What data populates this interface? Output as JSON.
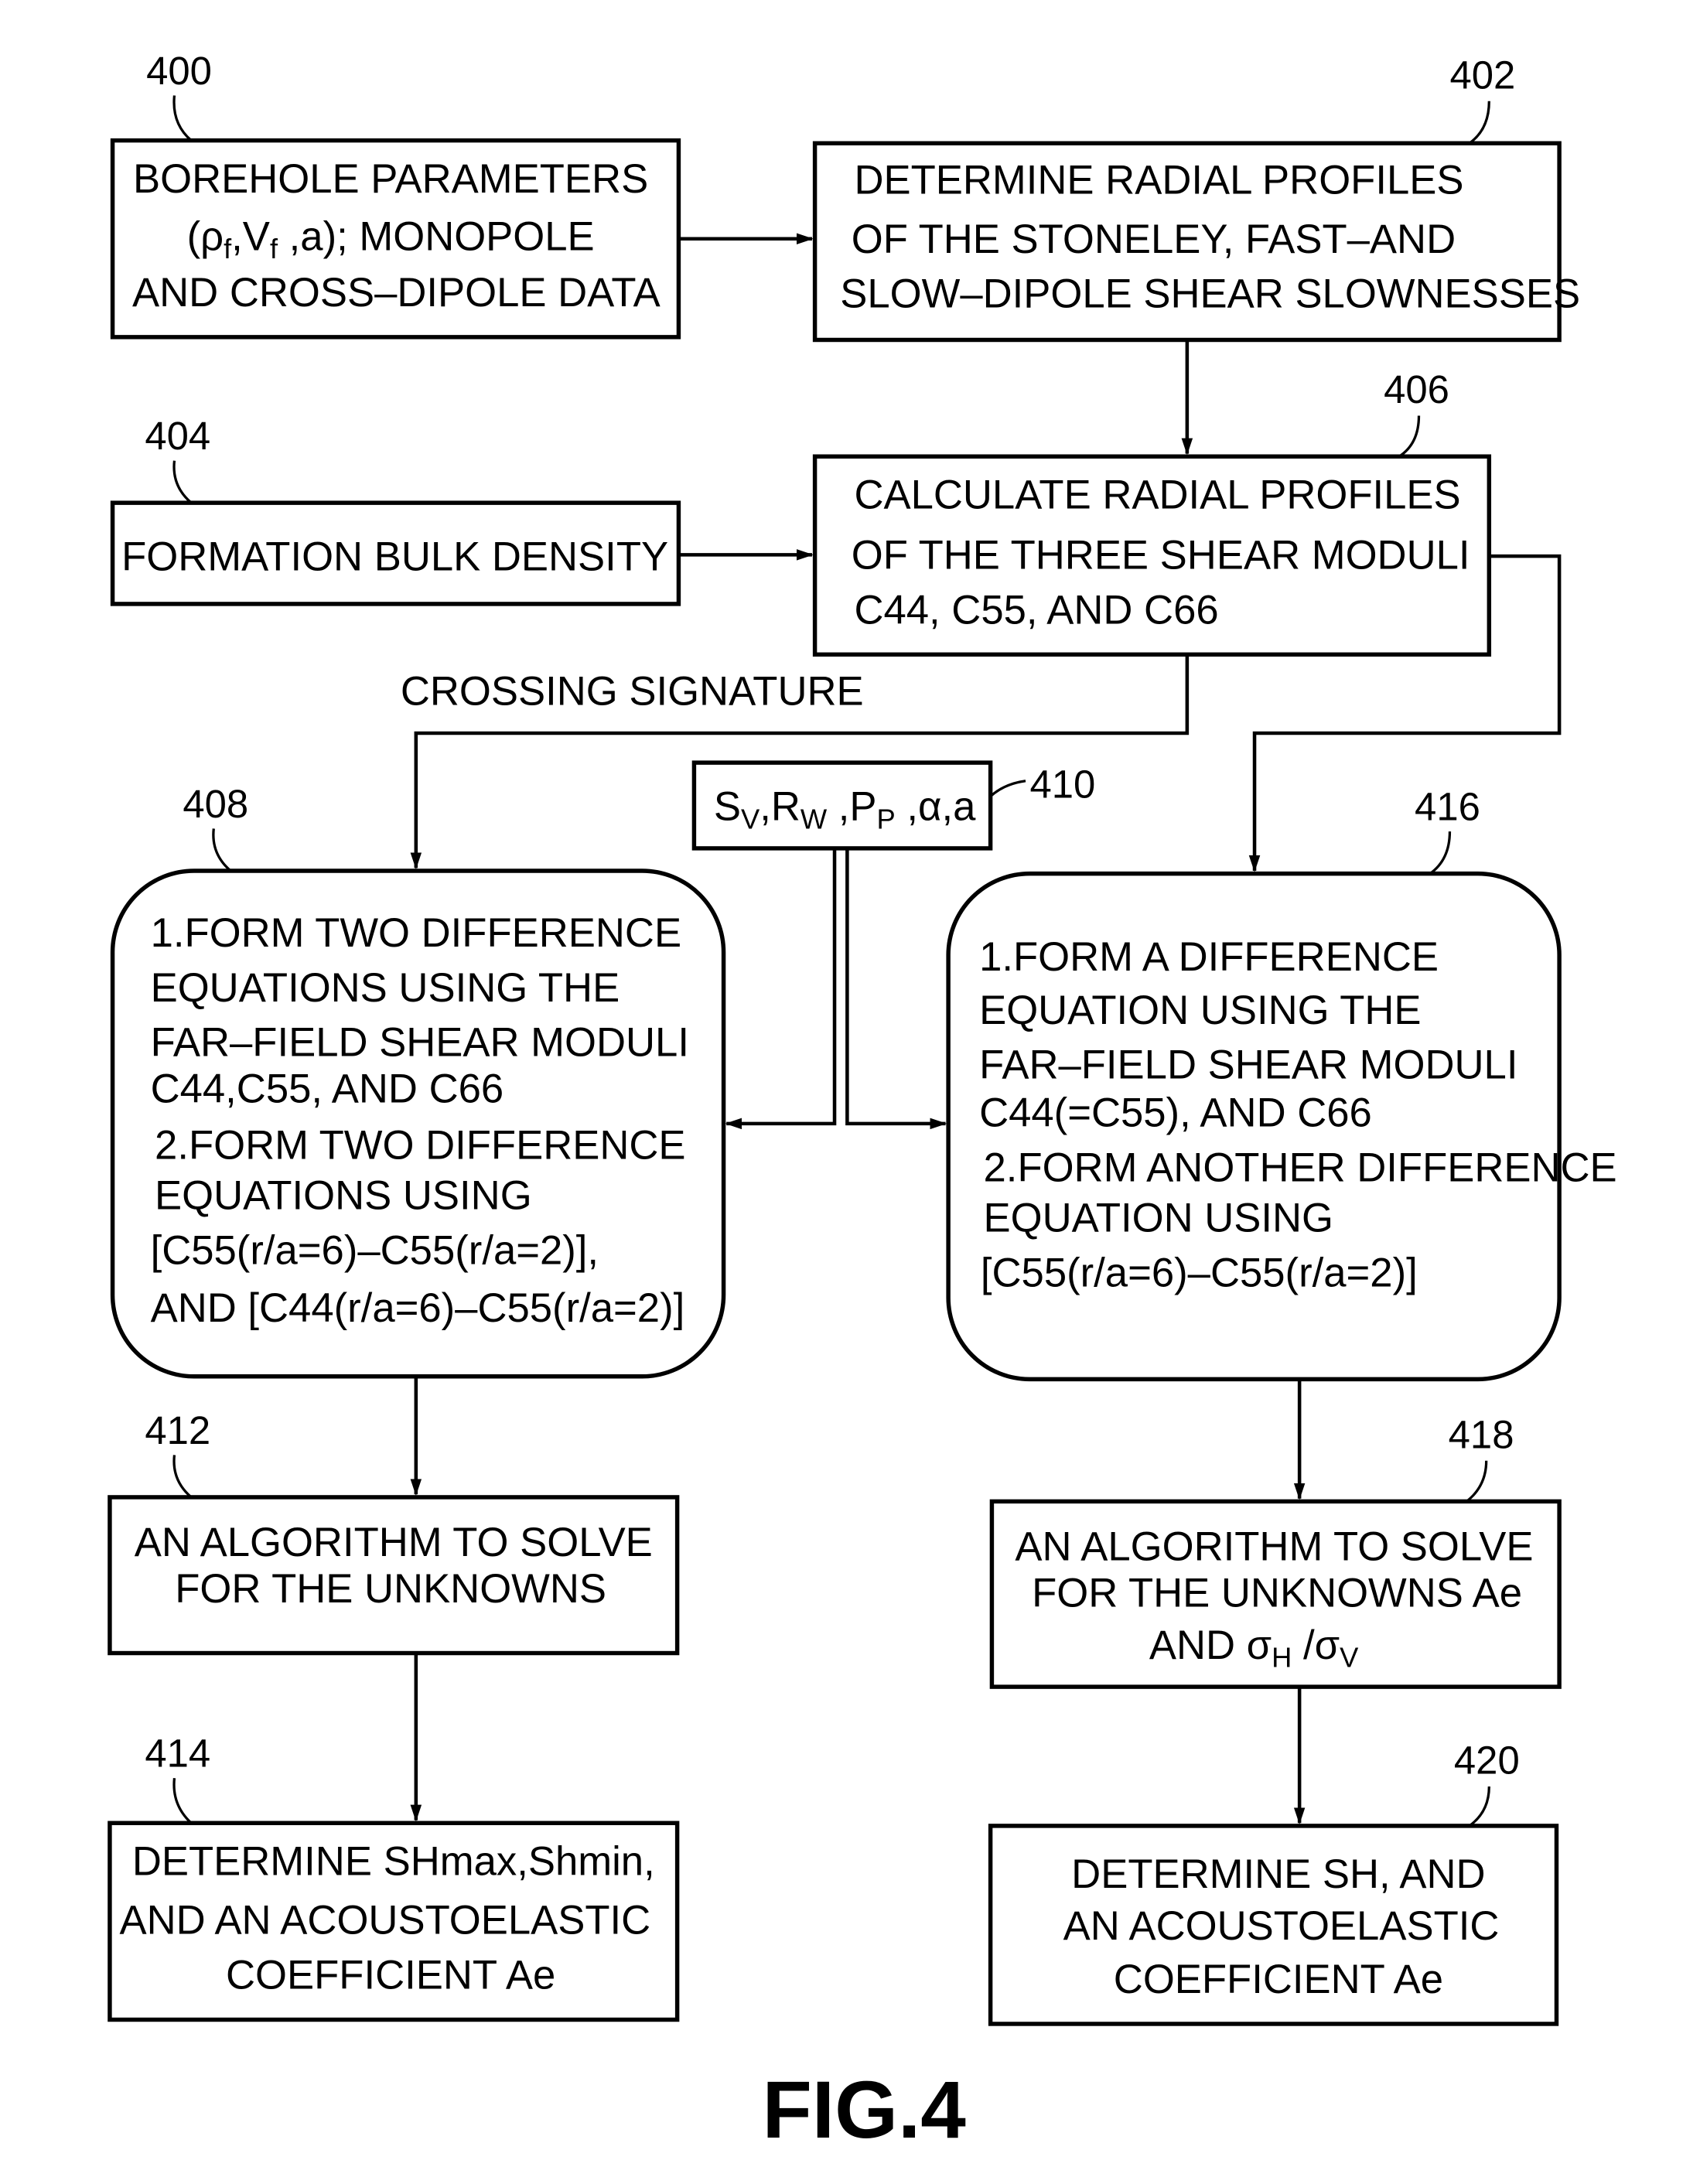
{
  "figure_label": "FIG.4",
  "boxes": {
    "b400": {
      "ref": "400",
      "lines": [
        "BOREHOLE  PARAMETERS",
        "AND  CROSS–DIPOLE  DATA"
      ],
      "param_line": {
        "p1": "(ρ",
        "s1": "f",
        "p2": ",V",
        "s2": "f",
        "p3": " ,a);  MONOPOLE"
      }
    },
    "b402": {
      "ref": "402",
      "lines": [
        "DETERMINE  RADIAL  PROFILES",
        "OF  THE  STONELEY,  FAST–AND",
        "SLOW–DIPOLE  SHEAR  SLOWNESSES"
      ]
    },
    "b404": {
      "ref": "404",
      "lines": [
        "FORMATION  BULK  DENSITY"
      ]
    },
    "b406": {
      "ref": "406",
      "lines": [
        "CALCULATE  RADIAL  PROFILES",
        "OF  THE  THREE  SHEAR  MODULI",
        "C44,  C55,  AND  C66"
      ]
    },
    "b410": {
      "ref": "410",
      "parts": {
        "p1": "S",
        "s1": "V",
        "p2": ",R",
        "s2": "W",
        "p3": " ,P",
        "s3": "P",
        "p4": " ,α,a"
      }
    },
    "b408": {
      "ref": "408",
      "lines": [
        "1.FORM  TWO  DIFFERENCE",
        "EQUATIONS  USING  THE",
        "FAR–FIELD  SHEAR  MODULI",
        "C44,C55,  AND  C66",
        "2.FORM  TWO  DIFFERENCE",
        "EQUATIONS  USING",
        "[C55(r/a=6)–C55(r/a=2)],",
        "AND  [C44(r/a=6)–C55(r/a=2)]"
      ]
    },
    "b416": {
      "ref": "416",
      "lines": [
        "1.FORM  A  DIFFERENCE",
        "EQUATION  USING  THE",
        "FAR–FIELD  SHEAR  MODULI",
        "C44(=C55),  AND  C66",
        "2.FORM  ANOTHER  DIFFERENCE",
        "EQUATION  USING",
        "[C55(r/a=6)–C55(r/a=2)]"
      ]
    },
    "b412": {
      "ref": "412",
      "lines": [
        "AN  ALGORITHM  TO  SOLVE",
        "FOR  THE  UNKNOWNS"
      ]
    },
    "b418": {
      "ref": "418",
      "lines": [
        "AN  ALGORITHM  TO  SOLVE",
        "FOR  THE  UNKNOWNS  Ae"
      ],
      "sigma_line": {
        "p1": "AND  σ",
        "s1": "H",
        "p2": " /σ",
        "s2": "V"
      }
    },
    "b414": {
      "ref": "414",
      "lines": [
        "DETERMINE  SHmax,Shmin,",
        "AND  AN  ACOUSTOELASTIC",
        "COEFFICIENT  Ae"
      ]
    },
    "b420": {
      "ref": "420",
      "lines": [
        "DETERMINE  SH,  AND",
        "AN  ACOUSTOELASTIC",
        "COEFFICIENT  Ae"
      ]
    }
  },
  "connector_labels": {
    "crossing": "CROSSING  SIGNATURE"
  }
}
